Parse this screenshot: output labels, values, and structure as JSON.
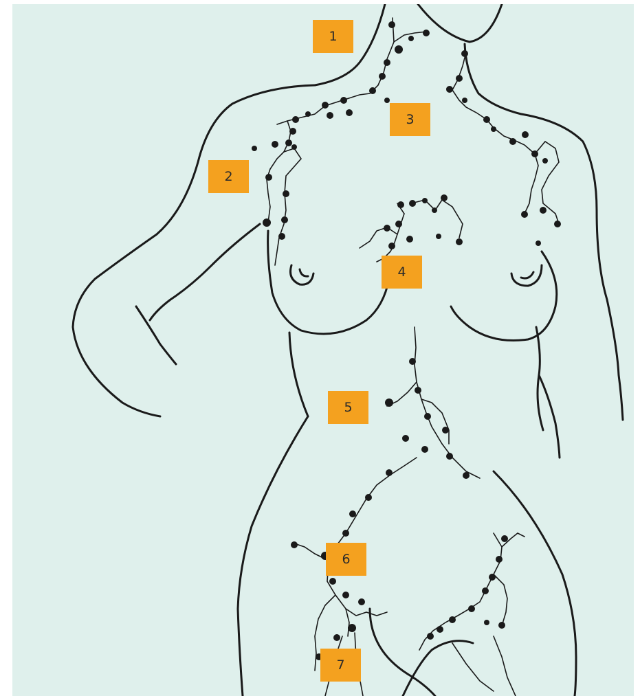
{
  "colors": {
    "background": "#dff0ec",
    "ink": "#1a1a1a",
    "label_fill": "#f4a11f",
    "label_text": "#2a2a2a"
  },
  "labels": [
    {
      "id": "1",
      "text": "1"
    },
    {
      "id": "2",
      "text": "2"
    },
    {
      "id": "3",
      "text": "3"
    },
    {
      "id": "4",
      "text": "4"
    },
    {
      "id": "5",
      "text": "5"
    },
    {
      "id": "6",
      "text": "6"
    },
    {
      "id": "7",
      "text": "7"
    }
  ]
}
